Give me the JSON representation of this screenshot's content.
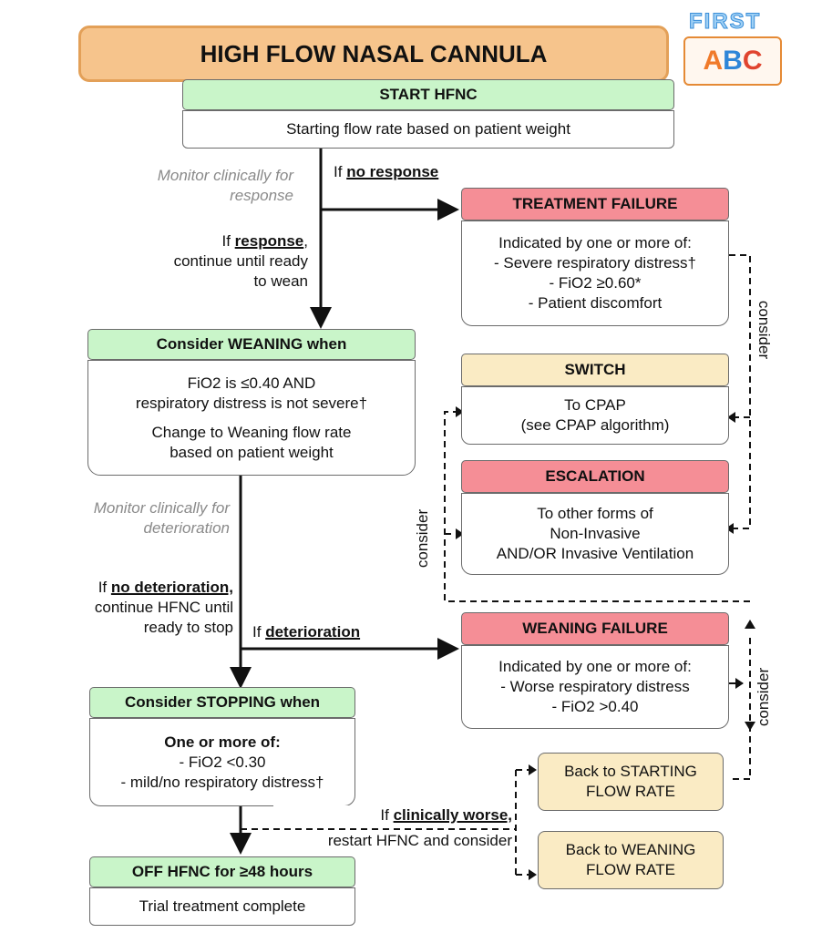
{
  "title": "HIGH FLOW NASAL CANNULA",
  "logo": {
    "top": "FIRST",
    "letters": [
      "A",
      "B",
      "C"
    ],
    "colors": [
      "#f07a2a",
      "#2f86d8",
      "#e0442f"
    ]
  },
  "start": {
    "header": "START HFNC",
    "body": "Starting flow rate based on patient weight"
  },
  "monitor_response": "Monitor clinically for response",
  "if_no_response": {
    "prefix": "If",
    "keyword": "no response"
  },
  "if_response": {
    "prefix": "If",
    "keyword": "response",
    "suffix": "continue until ready to wean"
  },
  "treatment_failure": {
    "header": "TREATMENT FAILURE",
    "lines": [
      "Indicated by one or more of:",
      "- Severe respiratory distress†",
      "- FiO2 ≥0.60*",
      "- Patient discomfort"
    ]
  },
  "consider_label": "consider",
  "weaning": {
    "header": "Consider WEANING when",
    "lines": [
      "FiO2 is ≤0.40 AND",
      "respiratory distress is not severe†",
      "Change to Weaning flow rate",
      "based on patient weight"
    ]
  },
  "switch": {
    "header": "SWITCH",
    "lines": [
      "To CPAP",
      "(see CPAP algorithm)"
    ]
  },
  "escalation": {
    "header": "ESCALATION",
    "lines": [
      "To other forms of",
      "Non-Invasive",
      "AND/OR Invasive Ventilation"
    ]
  },
  "monitor_deterioration": "Monitor clinically for deterioration",
  "if_no_deterioration": {
    "prefix": "If",
    "keyword": "no deterioration,",
    "suffix": "continue HFNC until ready to stop"
  },
  "if_deterioration": {
    "prefix": "If",
    "keyword": "deterioration"
  },
  "weaning_failure": {
    "header": "WEANING FAILURE",
    "lines": [
      "Indicated by one or more of:",
      "- Worse respiratory distress",
      "- FiO2 >0.40"
    ]
  },
  "stopping": {
    "header": "Consider STOPPING when",
    "lines": [
      "One or more of:",
      "- FiO2 <0.30",
      "- mild/no respiratory distress†"
    ]
  },
  "back_starting": "Back to STARTING FLOW RATE",
  "back_weaning": "Back to WEANING FLOW RATE",
  "if_clinically_worse": {
    "prefix": "If",
    "keyword": "clinically worse,",
    "suffix": "restart HFNC and consider"
  },
  "off": {
    "header": "OFF HFNC for ≥48 hours",
    "body": "Trial treatment complete"
  }
}
